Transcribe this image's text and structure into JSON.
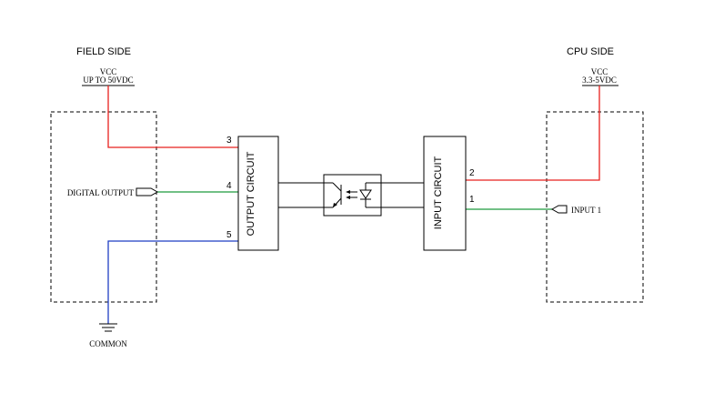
{
  "labels": {
    "field_side": "FIELD SIDE",
    "cpu_side": "CPU SIDE",
    "vcc_field": "VCC",
    "vcc_field_range": "UP TO 50VDC",
    "vcc_cpu": "VCC",
    "vcc_cpu_range": "3.3-5VDC",
    "digital_output": "DIGITAL OUTPUT",
    "input_1": "INPUT 1",
    "common": "COMMON",
    "output_circuit": "OUTPUT CIRCUIT",
    "input_circuit": "INPUT CIRCUIT"
  },
  "pins": {
    "out_3": "3",
    "out_4": "4",
    "out_5": "5",
    "in_2": "2",
    "in_1": "1"
  },
  "colors": {
    "vcc_wire": "#e8211d",
    "signal_wire": "#1e9a3e",
    "common_wire": "#1f3fc4",
    "outline": "#000000"
  },
  "icons": {
    "optocoupler": "optocoupler-symbol",
    "ground": "ground-symbol",
    "connector": "pentagon-connector"
  }
}
